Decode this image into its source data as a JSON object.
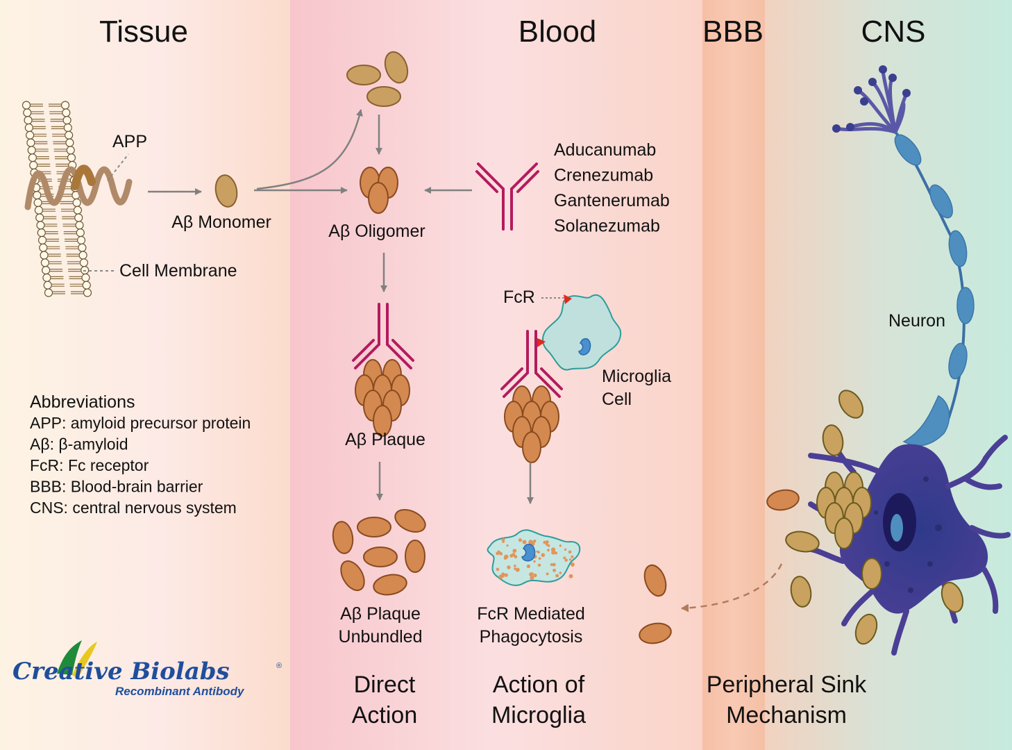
{
  "headers": {
    "tissue": "Tissue",
    "blood": "Blood",
    "bbb": "BBB",
    "cns": "CNS"
  },
  "labels": {
    "app": "APP",
    "ab_monomer": "Aβ Monomer",
    "cell_membrane": "Cell Membrane",
    "ab_oligomer": "Aβ Oligomer",
    "ab_plaque": "Aβ Plaque",
    "ab_plaque_unbundled": [
      "Aβ Plaque",
      "Unbundled"
    ],
    "fcr": "FcR",
    "microglia_cell": [
      "Microglia",
      "Cell"
    ],
    "fcr_phagocytosis": [
      "FcR Mediated",
      "Phagocytosis"
    ],
    "neuron": "Neuron"
  },
  "antibodies": [
    "Aducanumab",
    "Crenezumab",
    "Gantenerumab",
    "Solanezumab"
  ],
  "abbreviations": {
    "title": "Abbreviations",
    "items": [
      "APP: amyloid precursor protein",
      "Aβ: β-amyloid",
      "FcR: Fc receptor",
      "BBB: Blood-brain barrier",
      "CNS: central nervous system"
    ]
  },
  "mechanisms": {
    "direct_action": [
      "Direct",
      "Action"
    ],
    "microglia_action": [
      "Action of",
      "Microglia"
    ],
    "peripheral_sink": [
      "Peripheral Sink",
      "Mechanism"
    ]
  },
  "logo": {
    "name": "Creative Biolabs",
    "registered": "®",
    "tagline": "Recombinant Antibody"
  },
  "colors": {
    "tissue_bg": "#fdf0e4",
    "blood_bg": "#f9d4d8",
    "bbb_bg": "#f7c3ad",
    "cns_bg": "#cfe9df",
    "amyloid": "#d3894f",
    "amyloid_dark": "#c8a25e",
    "antibody": "#b31b5e",
    "neuron": "#3b3f8f",
    "axon": "#4f8fc0",
    "microglia": "#bfe0dd",
    "logo_blue": "#1f4e9c",
    "logo_yellow": "#e8c820"
  }
}
